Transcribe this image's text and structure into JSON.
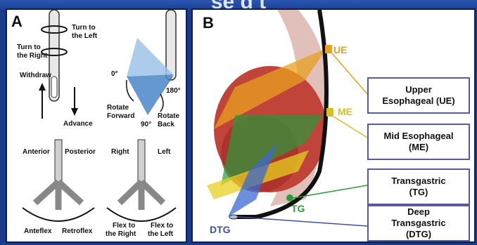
{
  "header": {
    "title_fragment": "se   d  t"
  },
  "panel_a": {
    "label": "A",
    "rotation": {
      "turn_left": [
        "Turn to",
        "the Left"
      ],
      "turn_right": [
        "Turn to",
        "the Right"
      ],
      "withdraw": "Withdraw",
      "advance": "Advance"
    },
    "angle": {
      "zero": "0°",
      "ninety": "90°",
      "one_eighty": "180°",
      "rotate_forward": [
        "Rotate",
        "Forward"
      ],
      "rotate_back": [
        "Rotate",
        "Back"
      ]
    },
    "flex_ap": {
      "anterior": "Anterior",
      "posterior": "Posterior",
      "anteflex": "Anteflex",
      "retroflex": "Retroflex"
    },
    "flex_rl": {
      "right": "Right",
      "left": "Left",
      "flex_right": [
        "Flex to",
        "the Right"
      ],
      "flex_left": [
        "Flex to",
        "the Left"
      ]
    }
  },
  "panel_b": {
    "label": "B",
    "markers": {
      "ue": "UE",
      "me": "ME",
      "tg": "TG",
      "dtg": "DTG"
    },
    "callouts": [
      {
        "lines": [
          "Upper",
          "Esophageal (UE)"
        ]
      },
      {
        "lines": [
          "Mid Esophageal",
          "(ME)"
        ]
      },
      {
        "lines": [
          "Transgastric",
          "(TG)"
        ]
      },
      {
        "lines": [
          "Deep",
          "Transgastric",
          "(DTG)"
        ]
      }
    ],
    "colors": {
      "ue": "#e8a020",
      "me": "#d8c020",
      "tg": "#2a9a3a",
      "dtg": "#4050a0",
      "heart": "#c0443a"
    }
  }
}
